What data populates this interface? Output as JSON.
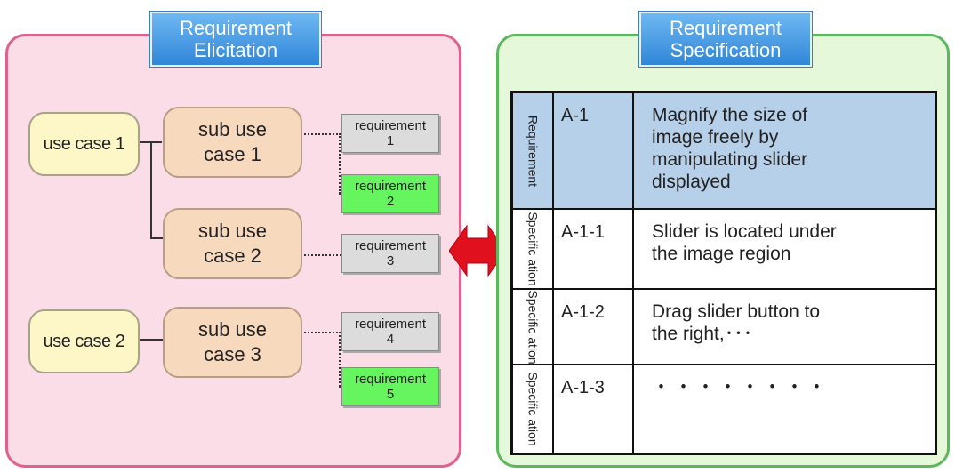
{
  "left_panel": {
    "title_line1": "Requirement",
    "title_line2": "Elicitation",
    "use_cases": [
      "use case 1",
      "use case 2"
    ],
    "sub_use_cases": [
      {
        "line1": "sub use",
        "line2": "case 1"
      },
      {
        "line1": "sub use",
        "line2": "case 2"
      },
      {
        "line1": "sub use",
        "line2": "case 3"
      }
    ],
    "requirements": [
      {
        "label": "requirement",
        "number": "1",
        "highlight": false
      },
      {
        "label": "requirement",
        "number": "2",
        "highlight": true
      },
      {
        "label": "requirement",
        "number": "3",
        "highlight": false
      },
      {
        "label": "requirement",
        "number": "4",
        "highlight": false
      },
      {
        "label": "requirement",
        "number": "5",
        "highlight": true
      }
    ]
  },
  "right_panel": {
    "title_line1": "Requirement",
    "title_line2": "Specification",
    "rows": [
      {
        "type_label": "Requirement",
        "id": "A-1",
        "desc_lines": [
          "Magnify the size of",
          "image freely by",
          "manipulating slider",
          "displayed"
        ],
        "highlight": true
      },
      {
        "type_label": "Specific ation",
        "id": "A-1-1",
        "desc_lines": [
          "Slider is located under",
          "the image region"
        ],
        "highlight": false
      },
      {
        "type_label": "Specific ation",
        "id": "A-1-2",
        "desc_lines": [
          "Drag slider button to",
          "the right,･･･"
        ],
        "highlight": false
      },
      {
        "type_label": "Specific ation",
        "id": "A-1-3",
        "desc_lines": [
          "・・・・・・・・"
        ],
        "highlight": false
      }
    ]
  },
  "colors": {
    "left_bg": "#fadde6",
    "left_border": "#e0628a",
    "right_bg": "#e5f8d9",
    "right_border": "#5cb85c",
    "title_blue": "#2f86d8",
    "arrow_red": "#e0101e",
    "req_gray": "#dcdcdc",
    "req_green": "#66f55f",
    "spec_highlight": "#b7d0ea"
  },
  "icons": {
    "bidirectional_arrow": "double-headed-arrow-icon"
  }
}
